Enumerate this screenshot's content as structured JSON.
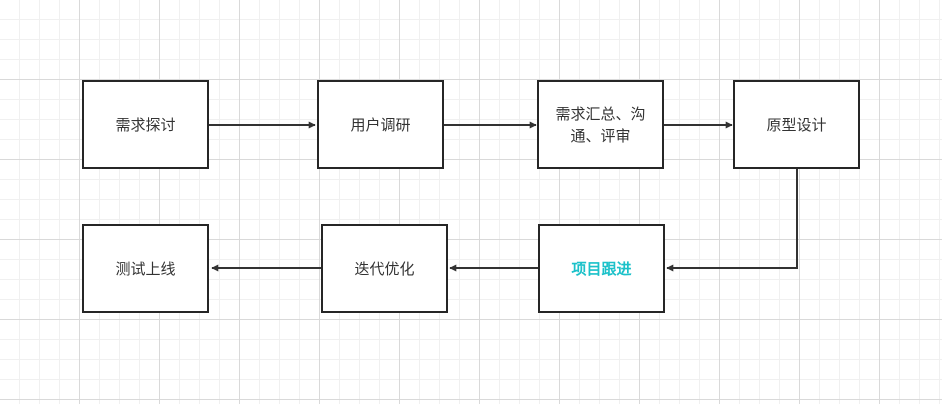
{
  "diagram": {
    "nodes": [
      {
        "id": "n1",
        "label": "需求探讨"
      },
      {
        "id": "n2",
        "label": "用户调研"
      },
      {
        "id": "n3",
        "label": "需求汇总、沟通、评审"
      },
      {
        "id": "n4",
        "label": "原型设计"
      },
      {
        "id": "n5",
        "label": "项目跟进",
        "highlight": true
      },
      {
        "id": "n6",
        "label": "迭代优化"
      },
      {
        "id": "n7",
        "label": "测试上线"
      }
    ],
    "edges": [
      {
        "from": "n1",
        "to": "n2"
      },
      {
        "from": "n2",
        "to": "n3"
      },
      {
        "from": "n3",
        "to": "n4"
      },
      {
        "from": "n4",
        "to": "n5"
      },
      {
        "from": "n5",
        "to": "n6"
      },
      {
        "from": "n6",
        "to": "n7"
      }
    ],
    "colors": {
      "line": "#333333",
      "border": "#262626",
      "highlight_text": "#1bc1c9"
    }
  }
}
